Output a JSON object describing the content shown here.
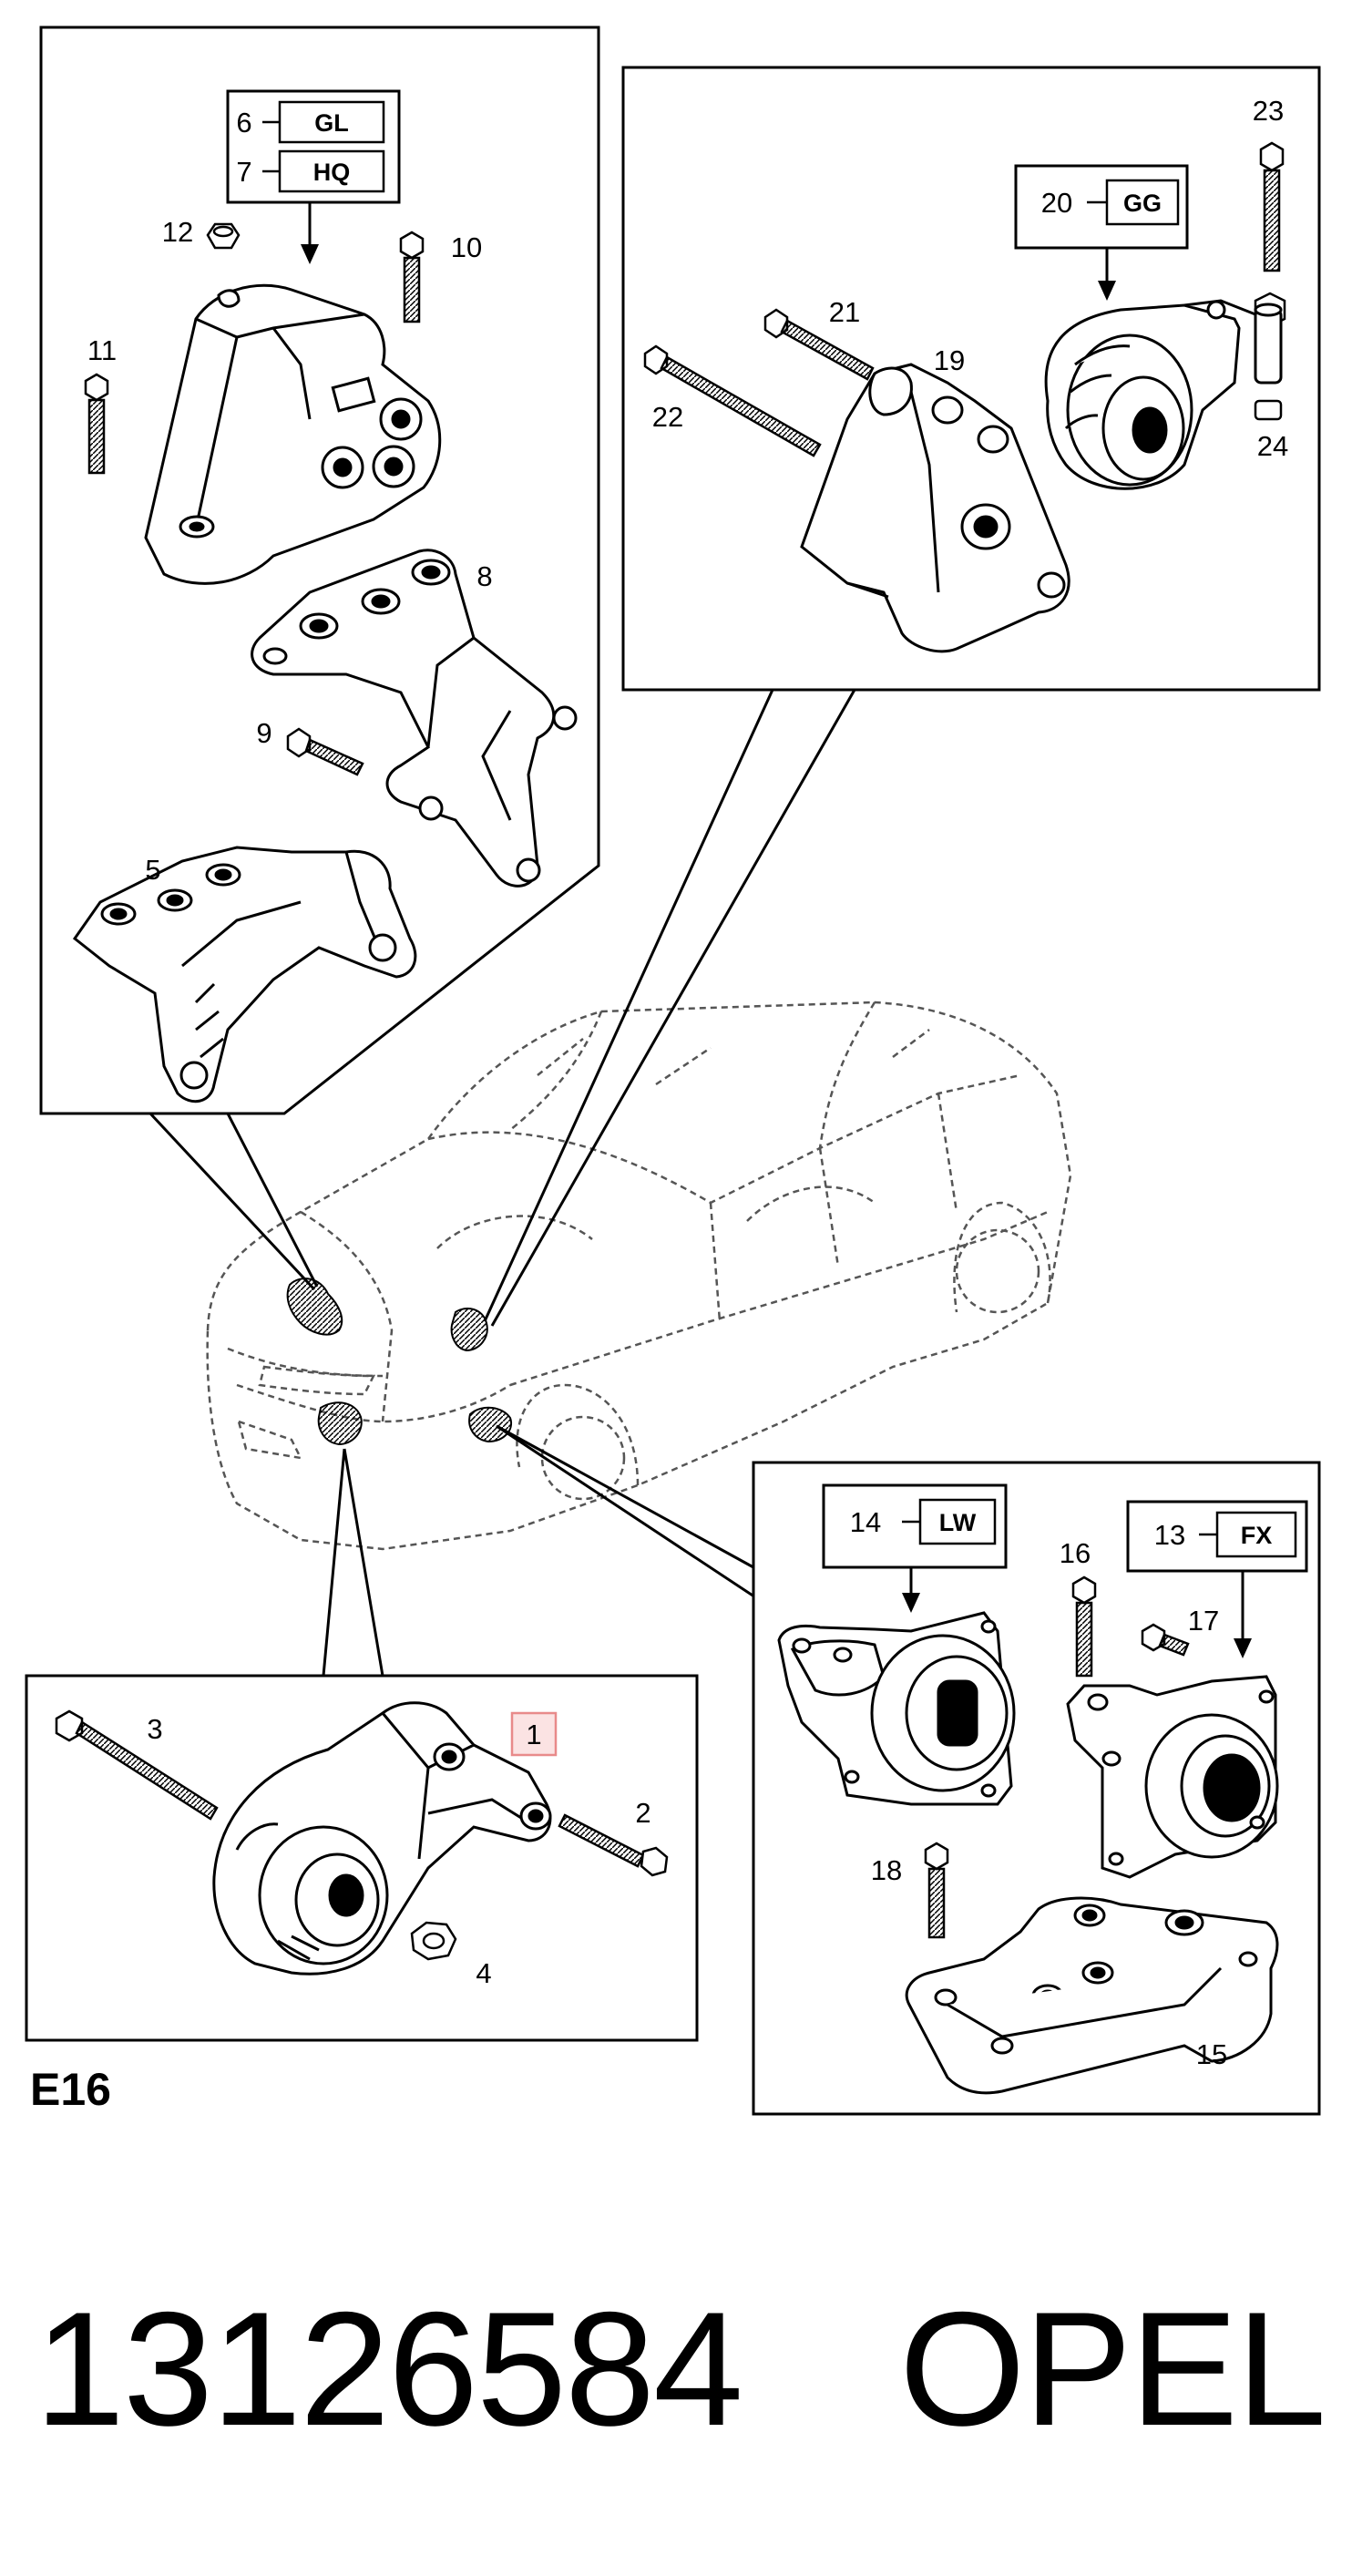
{
  "page_label": "E16",
  "part_number": "13126584",
  "brand": "OPEL",
  "highlight_color": "#e88a8a",
  "callouts": {
    "c1": "1",
    "c2": "2",
    "c3": "3",
    "c4": "4",
    "c5": "5",
    "c6": "6",
    "c7": "7",
    "c8": "8",
    "c9": "9",
    "c10": "10",
    "c11": "11",
    "c12": "12",
    "c13": "13",
    "c14": "14",
    "c15": "15",
    "c16": "16",
    "c17": "17",
    "c18": "18",
    "c19": "19",
    "c20": "20",
    "c21": "21",
    "c22": "22",
    "c23": "23",
    "c24": "24"
  },
  "codes": {
    "gl": "GL",
    "hq": "HQ",
    "gg": "GG",
    "lw": "LW",
    "fx": "FX"
  }
}
